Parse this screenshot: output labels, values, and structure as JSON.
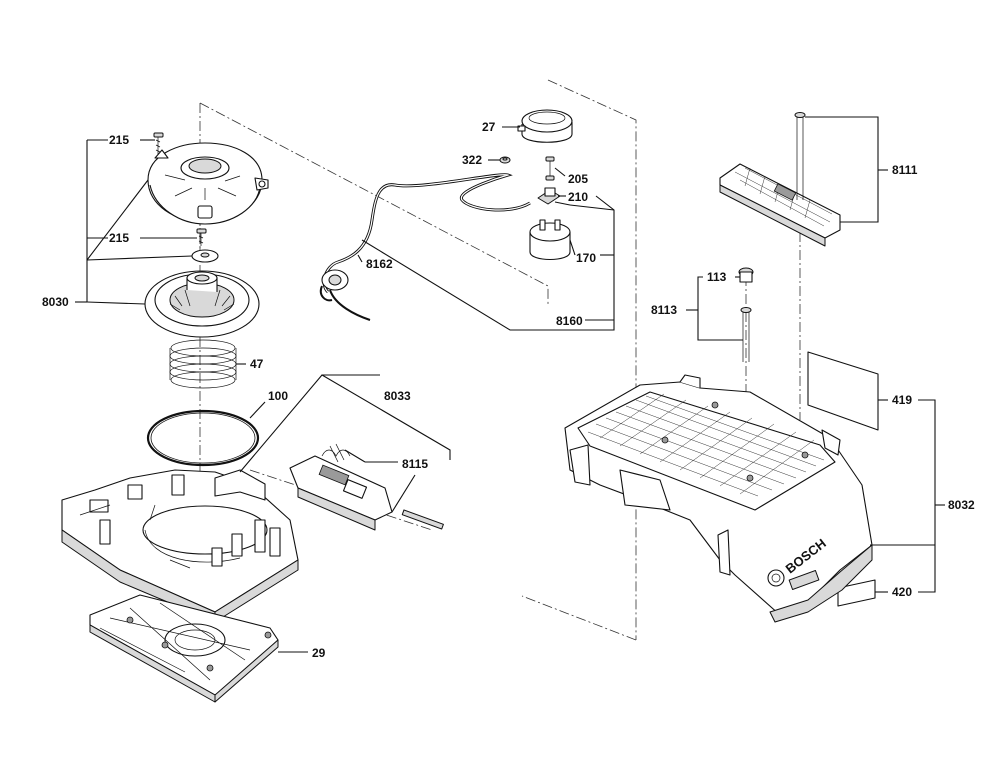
{
  "colors": {
    "line": "#111111",
    "part_fill": "#ffffff",
    "shade": "#d9d9d9",
    "dark": "#9a9a9a"
  },
  "brand": {
    "logo_text": "BOSCH"
  },
  "labels": {
    "l215a": "215",
    "l215b": "215",
    "l8030": "8030",
    "l47": "47",
    "l100": "100",
    "l8033": "8033",
    "l8115": "8115",
    "l29": "29",
    "l27": "27",
    "l322": "322",
    "l205": "205",
    "l210": "210",
    "l170": "170",
    "l8162": "8162",
    "l8160": "8160",
    "l8111": "8111",
    "l113": "113",
    "l8113": "8113",
    "l419": "419",
    "l8032": "8032",
    "l420": "420"
  }
}
